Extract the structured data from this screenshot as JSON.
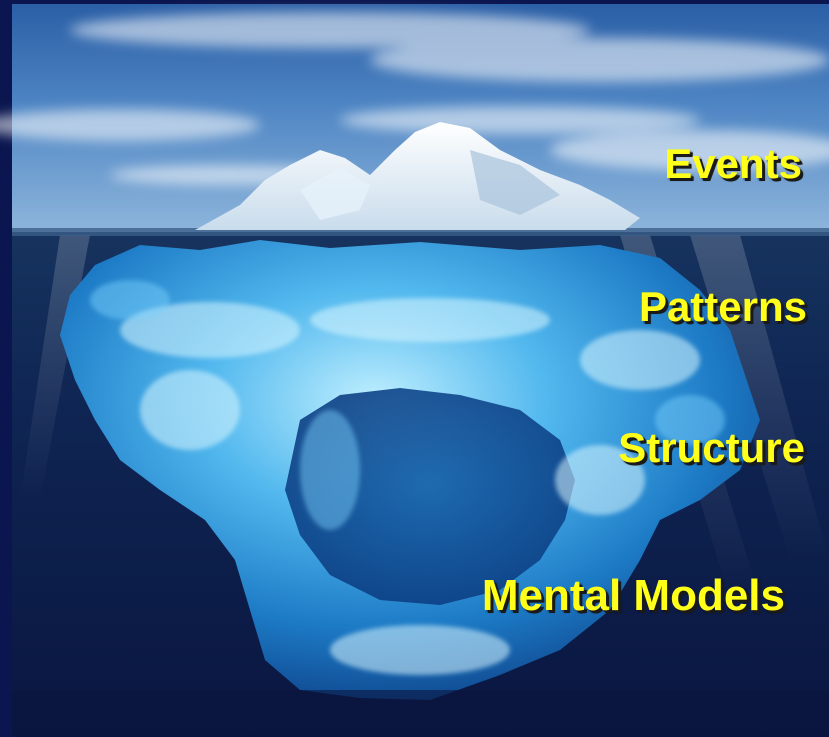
{
  "slide": {
    "background_color": "#0b1650",
    "label_color": "#ffff1a",
    "image_subject": "iceberg",
    "levels": [
      {
        "id": "events",
        "label": "Events"
      },
      {
        "id": "patterns",
        "label": "Patterns"
      },
      {
        "id": "structure",
        "label": "Structure"
      },
      {
        "id": "mental-models",
        "label": "Mental Models"
      }
    ]
  }
}
